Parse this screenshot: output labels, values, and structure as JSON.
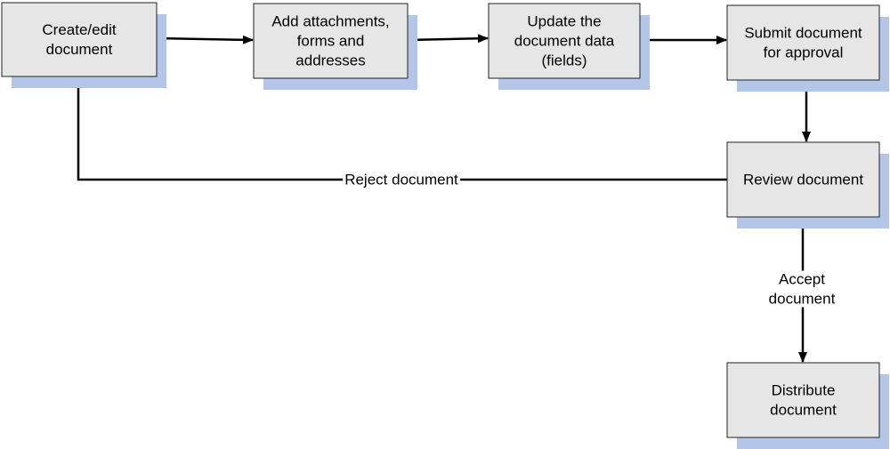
{
  "nodes": [
    {
      "id": "create",
      "lines": [
        "Create/edit",
        "document"
      ]
    },
    {
      "id": "attachments",
      "lines": [
        "Add attachments,",
        "forms and",
        "addresses"
      ]
    },
    {
      "id": "update",
      "lines": [
        "Update the",
        "document data",
        "(fields)"
      ]
    },
    {
      "id": "submit",
      "lines": [
        "Submit document",
        "for approval"
      ]
    },
    {
      "id": "review",
      "lines": [
        "Review document"
      ]
    },
    {
      "id": "distribute",
      "lines": [
        "Distribute",
        "document"
      ]
    }
  ],
  "edges": [
    {
      "from": "create",
      "to": "attachments",
      "label_lines": []
    },
    {
      "from": "attachments",
      "to": "update",
      "label_lines": []
    },
    {
      "from": "update",
      "to": "submit",
      "label_lines": []
    },
    {
      "from": "submit",
      "to": "review",
      "label_lines": []
    },
    {
      "from": "review",
      "to": "create",
      "label_lines": [
        "Reject document"
      ]
    },
    {
      "from": "review",
      "to": "distribute",
      "label_lines": [
        "Accept",
        "document"
      ]
    }
  ],
  "colors": {
    "node_fill": "#e6e6e6",
    "node_border": "#222222",
    "shadow": "#b4c6e7",
    "line": "#000000"
  }
}
